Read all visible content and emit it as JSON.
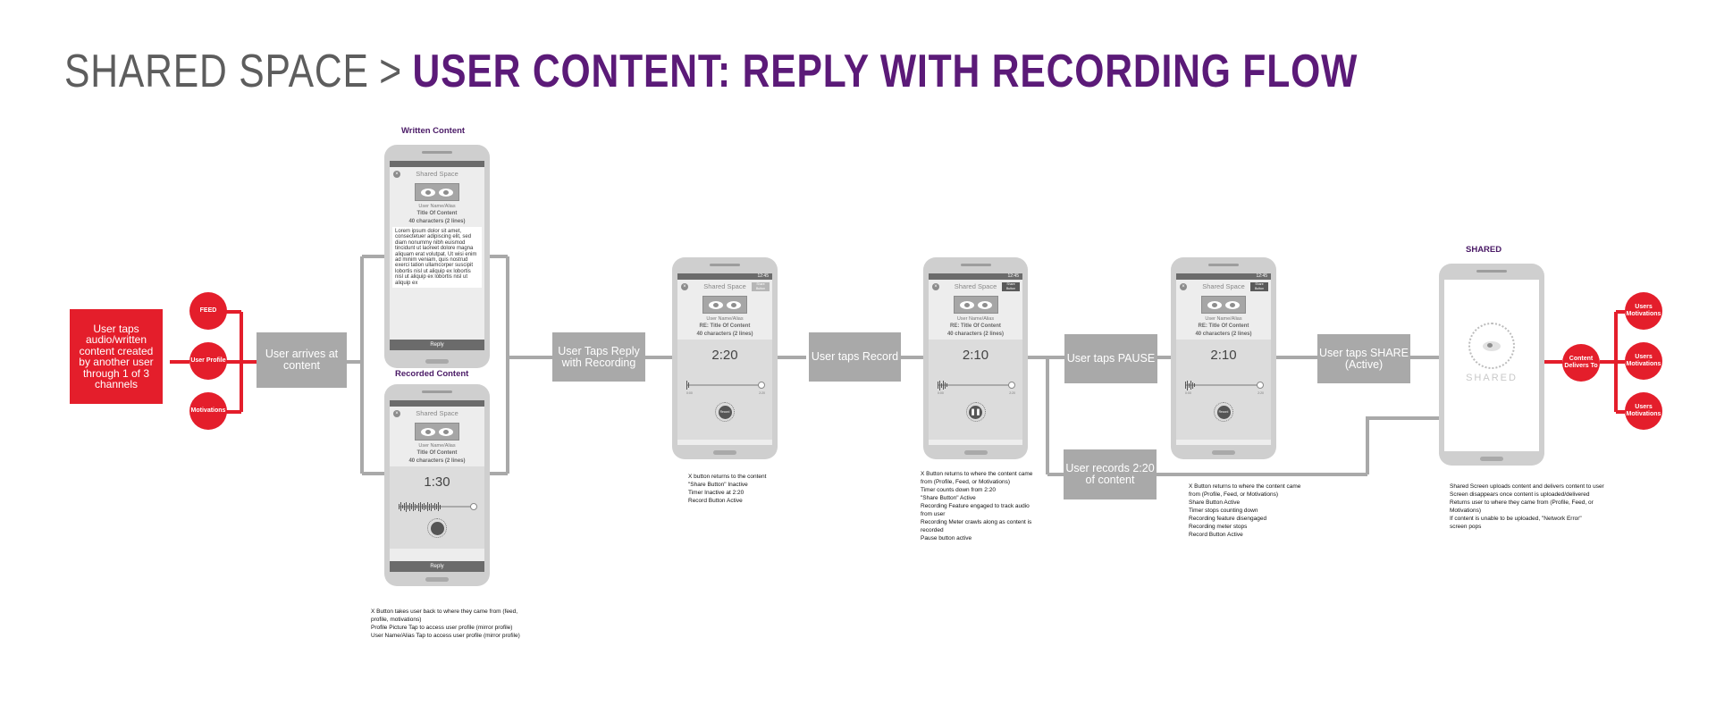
{
  "title": {
    "left": "SHARED SPACE",
    "separator": ">",
    "right": "USER CONTENT: REPLY WITH RECORDING FLOW"
  },
  "colors": {
    "red": "#e41e2b",
    "purple": "#5b1a78",
    "gray_box": "#a9a9a9",
    "connector": "#a9a9a9"
  },
  "start": {
    "box_text": "User taps audio/written content created by another user through 1 of 3 channels",
    "channels": [
      "FEED",
      "User Profile",
      "Motivations"
    ]
  },
  "steps": {
    "arrives": "User arrives at content",
    "tap_reply": "User Taps Reply with Recording",
    "tap_record": "User taps Record",
    "tap_pause": "User taps PAUSE",
    "records_full": "User records 2:20 of content",
    "tap_share": "User taps SHARE (Active)"
  },
  "headings": {
    "written": "Written Content",
    "recorded": "Recorded Content",
    "shared": "SHARED"
  },
  "phone_common": {
    "app_title": "Shared Space",
    "user_name": "User Name/Alias",
    "title_of_content": "Title Of Content",
    "chars": "40 characters (2 lines)",
    "re_title": "RE: Title Of Content",
    "reply": "Reply",
    "share_button": "Share Button",
    "record": "Record",
    "status_time": "12:45",
    "tick_start": "0:00",
    "tick_end": "2:20"
  },
  "phones": {
    "written": {
      "lorem": "Lorem ipsum dolor sit amet, consectetuer adipiscing elit, sed diam nonummy nibh euismod tincidunt ut laoreet dolore magna aliquam erat volutpat. Ut wisi enim ad minim veniam, quis nostrud exerci tation ullamcorper suscipit lobortis nisl ut aliquip ex lobortis nisl ut aliquip ex lobortis nisl ut aliquip ex"
    },
    "recorded": {
      "timer": "1:30"
    },
    "reply": {
      "timer": "2:20"
    },
    "recording": {
      "timer": "2:10"
    },
    "paused": {
      "timer": "2:10"
    },
    "shared": {
      "logo_text": "SHARED"
    }
  },
  "end": {
    "box_text": "Content Delivers To",
    "destinations": [
      "Users Motivations",
      "Users Motivations",
      "Users Motivations"
    ]
  },
  "notes": {
    "recorded": [
      "X Button takes user back to where they came from (feed,",
      "profile, motivations)",
      "Profile Picture  Tap to access user profile (mirror profile)",
      "User Name/Alias  Tap to access user profile (mirror profile)"
    ],
    "reply": [
      "X button returns to the content",
      "\"Share Button\" Inactive",
      "Timer Inactive at 2:20",
      "Record Button Active"
    ],
    "recording": [
      "X Button returns to where the content came",
      "from (Profile, Feed, or Motivations)",
      "Timer counts down from 2:20",
      "\"Share Button\" Active",
      "Recording Feature engaged to track audio",
      "from user",
      "Recording Meter crawls along as content is",
      "recorded",
      "Pause button active"
    ],
    "paused": [
      "X Button returns to where the content came",
      "from (Profile, Feed, or Motivations)",
      "Share Button Active",
      "Timer stops counting down",
      "Recording feature disengaged",
      "Recording meter stops",
      "Record Button Active"
    ],
    "shared": [
      "Shared Screen uploads content and delivers content to user",
      "Screen disappears once content is uploaded/delivered",
      "Returns user to where they came from (Profile, Feed, or",
      "Motivations)",
      "If content is unable to be uploaded, \"Network Error\"",
      " screen pops"
    ]
  }
}
